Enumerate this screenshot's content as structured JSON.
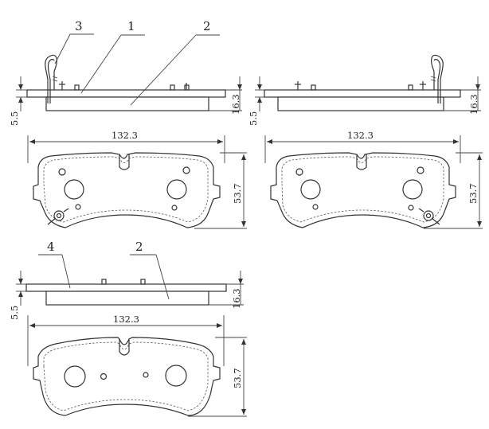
{
  "callouts": {
    "top_left": [
      "3",
      "1",
      "2"
    ],
    "bottom_left": [
      "4",
      "2"
    ]
  },
  "dimensions": {
    "width": "132.3",
    "height": "53.7",
    "total_thickness": "16.3",
    "backing_plate": "5.5"
  }
}
